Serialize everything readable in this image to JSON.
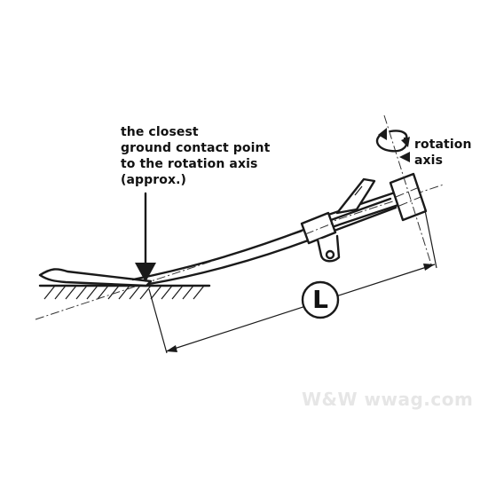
{
  "annotations": {
    "contact_point_lines": [
      "the closest",
      "ground contact point",
      "to the rotation axis",
      "(approx.)"
    ],
    "rotation_axis_lines": [
      "rotation",
      "axis"
    ],
    "dimension_symbol": "L"
  },
  "watermark": {
    "logo_text": "W&W",
    "site_text": "wwag.com"
  }
}
